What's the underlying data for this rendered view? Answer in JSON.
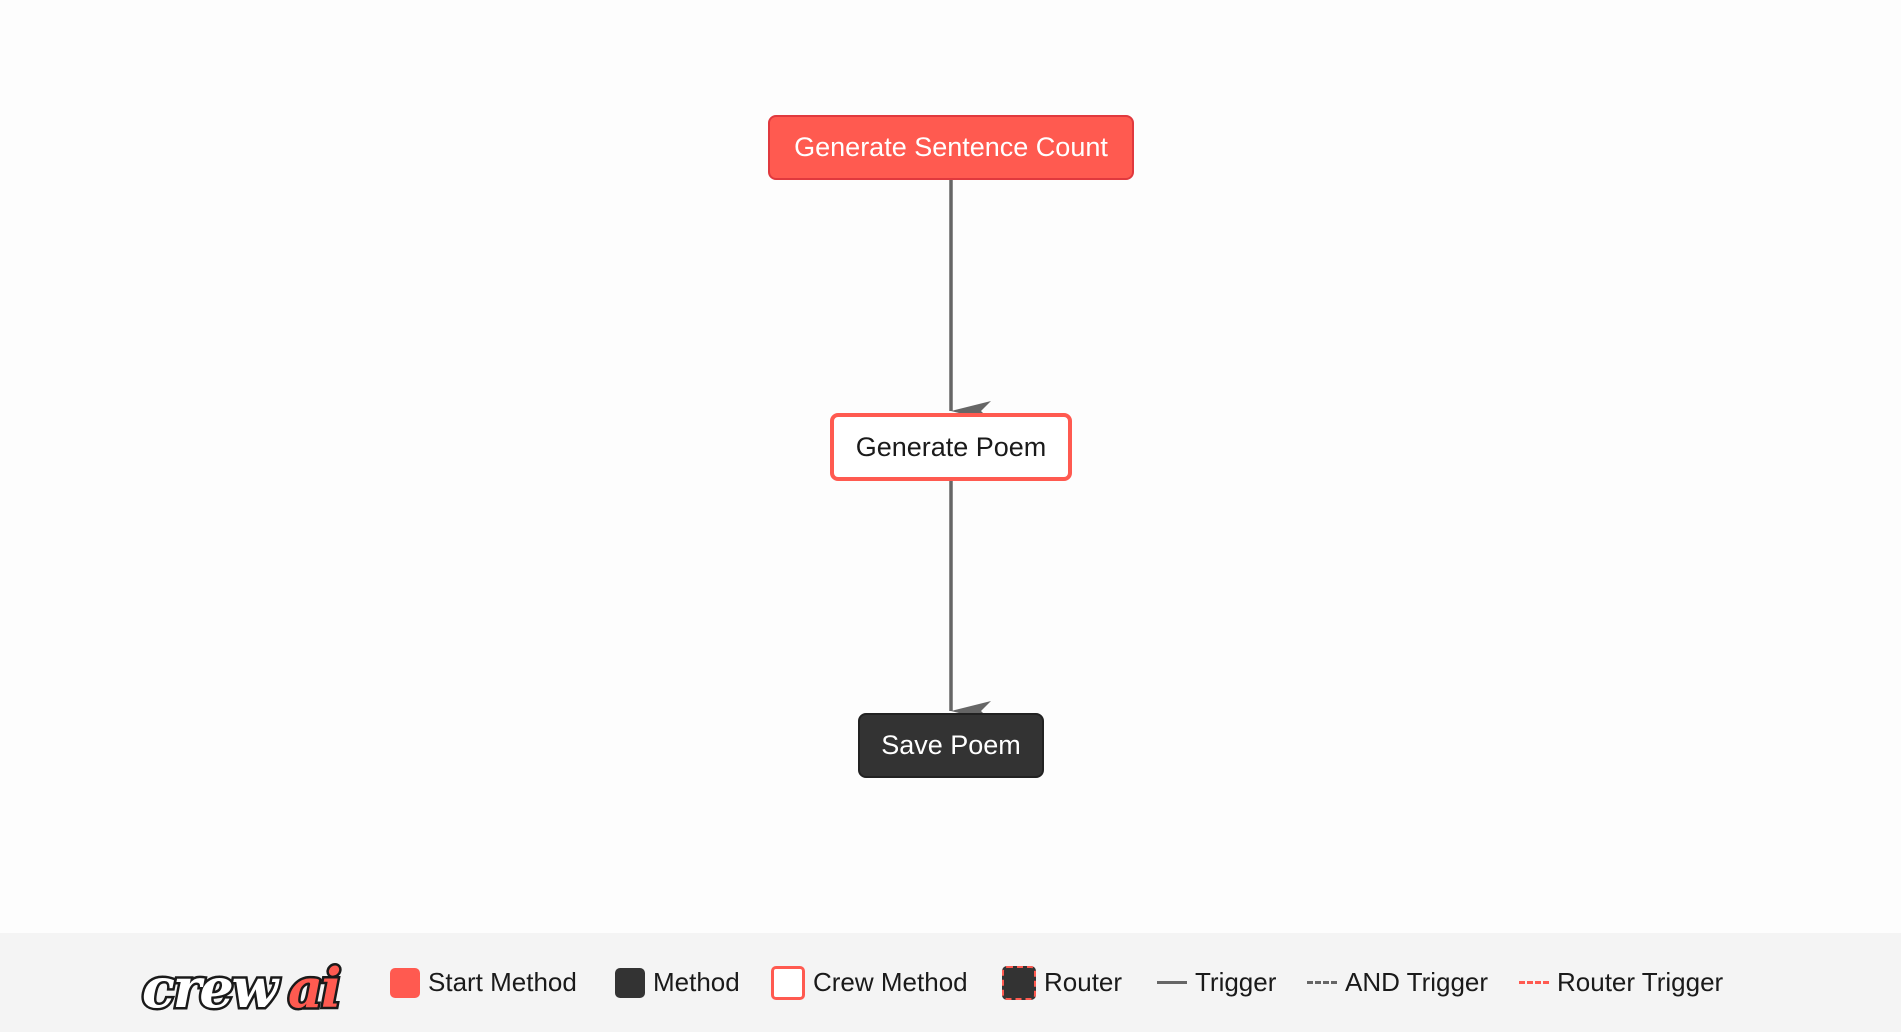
{
  "diagram": {
    "nodes": [
      {
        "id": "n-start",
        "label": "Generate Sentence Count",
        "kind": "start"
      },
      {
        "id": "n-poem",
        "label": "Generate Poem",
        "kind": "crew"
      },
      {
        "id": "n-save",
        "label": "Save Poem",
        "kind": "method"
      }
    ],
    "edges": [
      {
        "from": "Generate Sentence Count",
        "to": "Generate Poem",
        "style": "trigger"
      },
      {
        "from": "Generate Poem",
        "to": "Save Poem",
        "style": "trigger"
      }
    ]
  },
  "legend": {
    "logo_text": "crewai",
    "items": [
      {
        "label": "Start Method",
        "icon": "start-method-swatch"
      },
      {
        "label": "Method",
        "icon": "method-swatch"
      },
      {
        "label": "Crew Method",
        "icon": "crew-method-swatch"
      },
      {
        "label": "Router",
        "icon": "router-swatch"
      },
      {
        "label": "Trigger",
        "icon": "solid-line"
      },
      {
        "label": "AND Trigger",
        "icon": "dashed-grey-line"
      },
      {
        "label": "Router Trigger",
        "icon": "dashed-red-line"
      }
    ]
  },
  "colors": {
    "start": "#ff5a50",
    "method": "#333333",
    "edge": "#666666",
    "legend_bg": "#f4f4f4"
  }
}
